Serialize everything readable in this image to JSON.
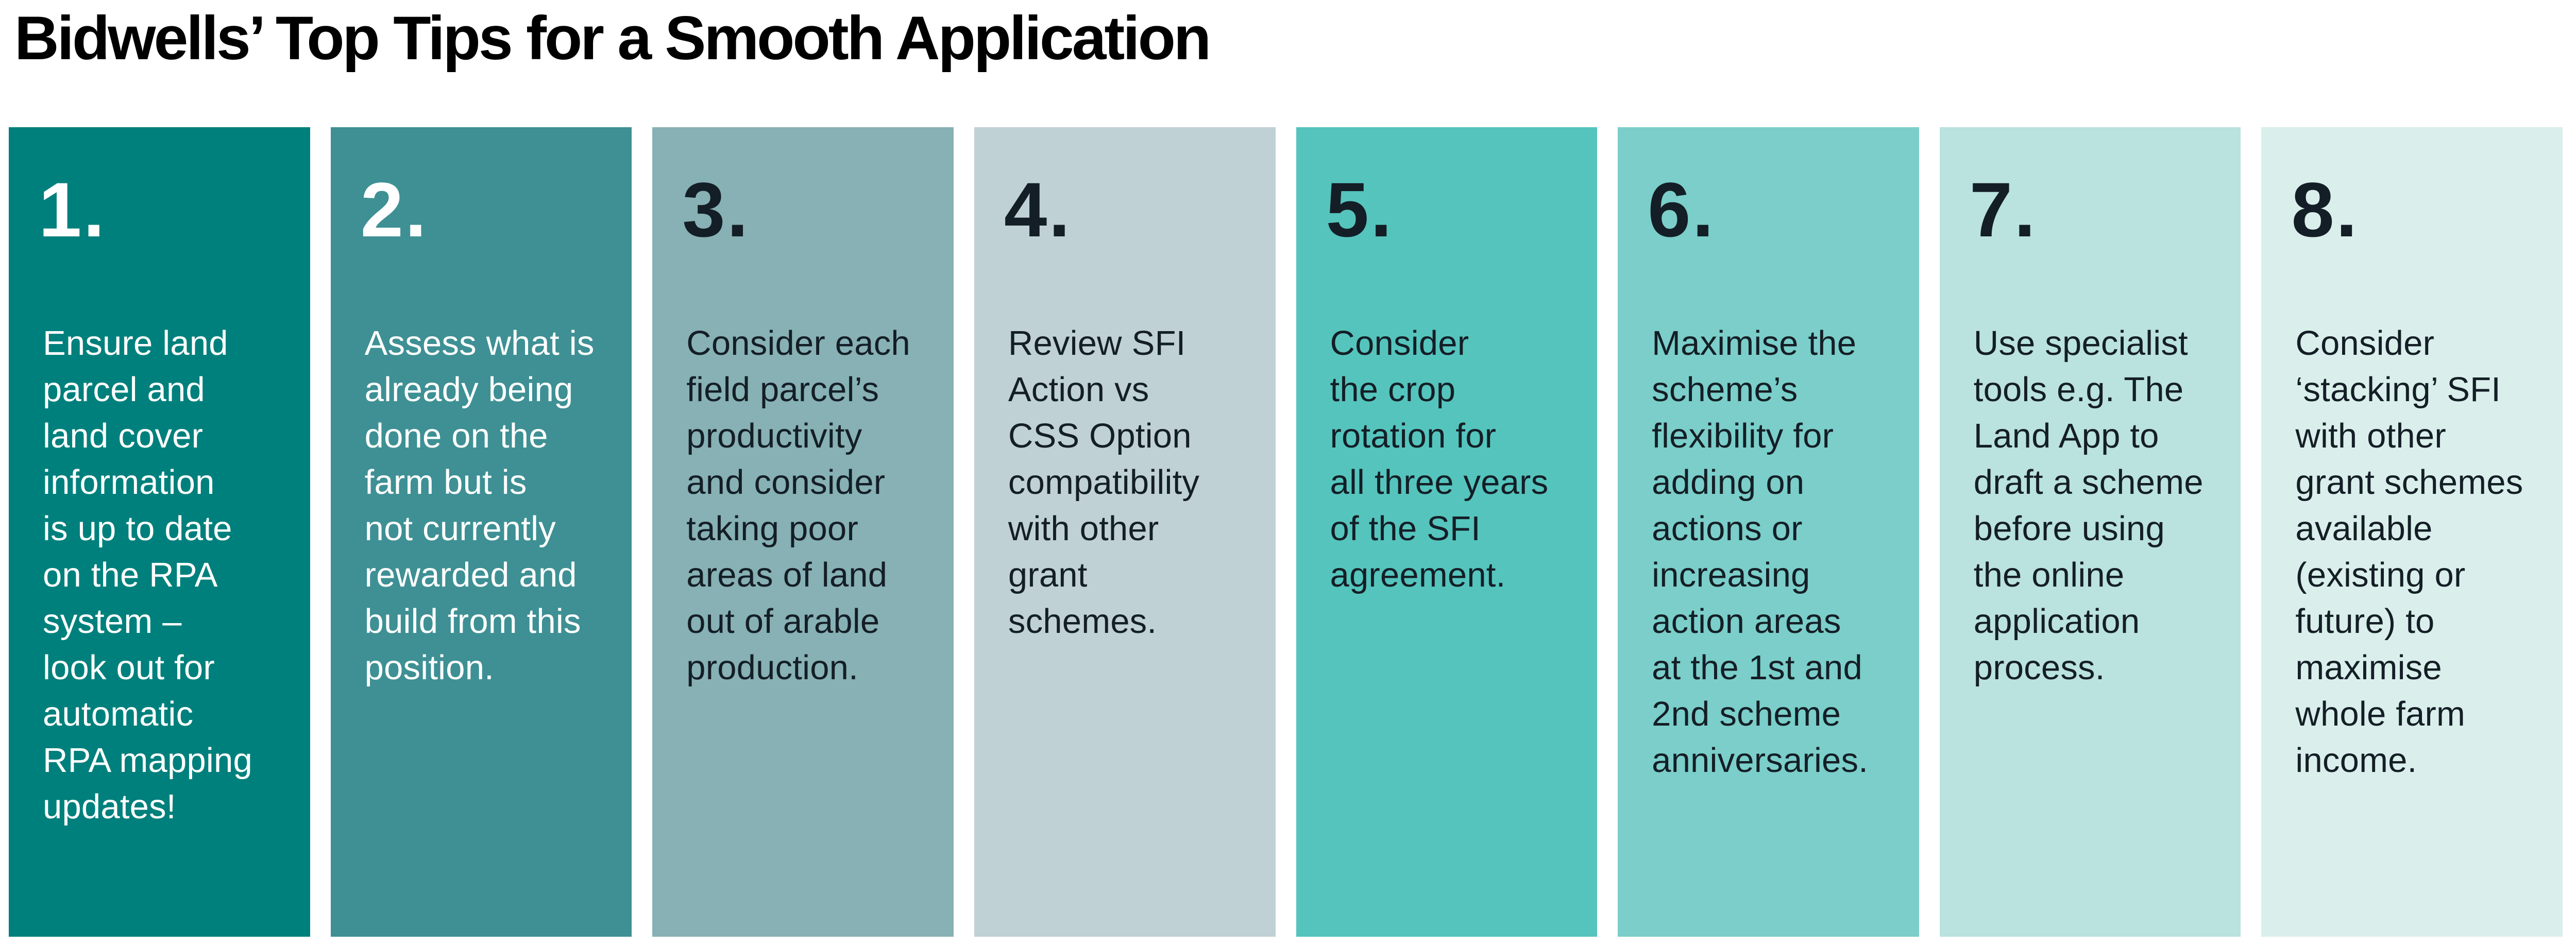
{
  "page": {
    "title": "Bidwells’ Top Tips for a Smooth Application",
    "background": "#FFFFFF",
    "title_color": "#000000"
  },
  "tips": [
    {
      "number": "1.",
      "text": "Ensure land\nparcel and\nland cover\ninformation\nis up to date\non the RPA\nsystem –\nlook out for\nautomatic\nRPA mapping\nupdates!",
      "bg": "#00807C",
      "text_color": "#FFFFFF"
    },
    {
      "number": "2.",
      "text": "Assess what is\nalready being\ndone on the\nfarm but is\nnot currently\nrewarded and\nbuild from this\nposition.",
      "bg": "#3E9094",
      "text_color": "#FFFFFF"
    },
    {
      "number": "3.",
      "text": "Consider each\nfield parcel’s\nproductivity\nand consider\ntaking poor\nareas of land\nout of arable\nproduction.",
      "bg": "#87B1B4",
      "text_color": "#141E26"
    },
    {
      "number": "4.",
      "text": "Review SFI\nAction vs\nCSS Option\ncompatibility\nwith other\ngrant\nschemes.",
      "bg": "#BFD1D4",
      "text_color": "#141E26"
    },
    {
      "number": "5.",
      "text": "Consider\nthe crop\nrotation for\nall three years\nof the SFI\nagreement.",
      "bg": "#55C4BD",
      "text_color": "#141E26"
    },
    {
      "number": "6.",
      "text": "Maximise the\nscheme’s\nflexibility for\nadding on\nactions or\nincreasing\naction areas\nat the 1st and\n2nd scheme\nanniversaries.",
      "bg": "#7BCEC9",
      "text_color": "#141E26"
    },
    {
      "number": "7.",
      "text": "Use specialist\ntools e.g. The\nLand App to\ndraft a scheme\nbefore using\nthe online\napplication\nprocess.",
      "bg": "#BAE2DE",
      "text_color": "#141E26"
    },
    {
      "number": "8.",
      "text": "Consider\n‘stacking’ SFI\nwith other\ngrant schemes\navailable\n(existing or\nfuture) to\nmaximise\nwhole farm\nincome.",
      "bg": "#DAEFEB",
      "text_color": "#141E26"
    }
  ]
}
